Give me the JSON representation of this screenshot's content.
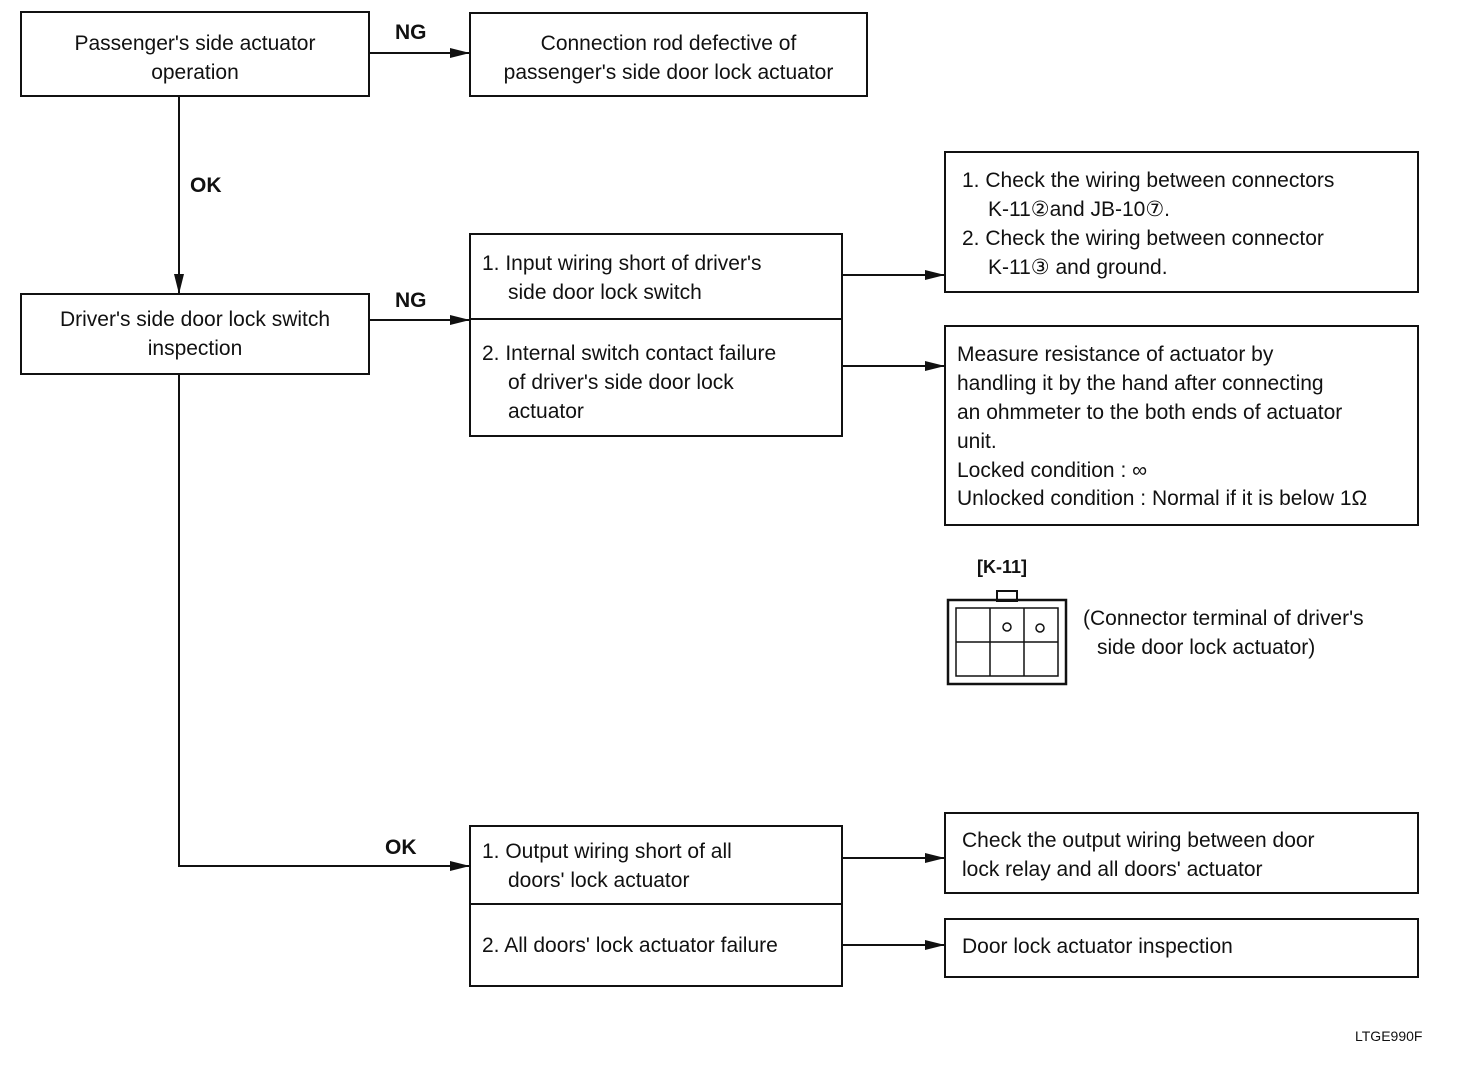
{
  "start_box": {
    "line1": "Passenger's side actuator",
    "line2": "operation"
  },
  "ng_result_1": {
    "line1": "Connection rod defective of",
    "line2": "passenger's side door lock actuator"
  },
  "labels": {
    "ng_top": "NG",
    "ok_vertical": "OK",
    "ng_middle": "NG",
    "ok_bottom": "OK"
  },
  "switch_box": {
    "line1": "Driver's side door lock switch",
    "line2": "inspection"
  },
  "cause_box_1": {
    "item1_line1": "1. Input wiring short of driver's",
    "item1_line2": "side door lock switch",
    "item2_line1": "2. Internal switch contact failure",
    "item2_line2": "of driver's side door lock",
    "item2_line3": "actuator"
  },
  "check_box_1": {
    "line1": "1. Check the wiring between connectors",
    "line2": "K-11②and JB-10⑦.",
    "line3": "2. Check the wiring between connector",
    "line4": "K-11③ and ground."
  },
  "measure_box": {
    "line1": "Measure resistance of actuator by",
    "line2": "handling it by the hand after connecting",
    "line3": "an ohmmeter to the both ends of actuator",
    "line4": "unit.",
    "line5": "Locked condition : ∞",
    "line6": "Unlocked condition : Normal if it is below 1Ω"
  },
  "connector": {
    "name": "[K-11]",
    "caption_line1": "(Connector terminal of driver's",
    "caption_line2": "side door lock actuator)"
  },
  "cause_box_2": {
    "item1_line1": "1. Output wiring short of all",
    "item1_line2": "doors' lock actuator",
    "item2_line1": "2. All doors' lock actuator failure"
  },
  "check_box_2": {
    "line1": "Check the output wiring between door",
    "line2": "lock relay and all doors' actuator"
  },
  "check_box_3": {
    "line1": "Door lock actuator inspection"
  },
  "figure_code": "LTGE990F"
}
